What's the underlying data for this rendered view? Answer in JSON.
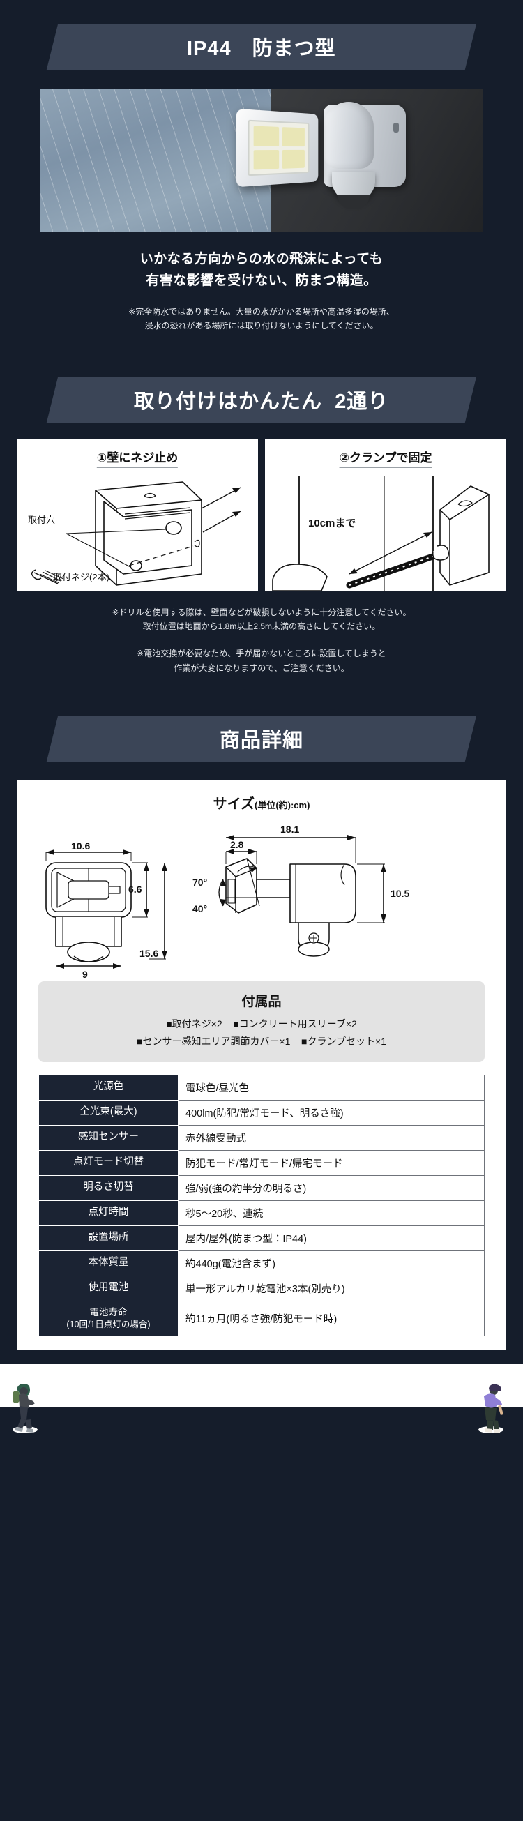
{
  "sections": {
    "ip44": {
      "banner_title": "IP44　防まつ型",
      "caption_line1": "いかなる方向からの水の飛沫によっても",
      "caption_line2": "有害な影響を受けない、防まつ構造。",
      "note_line1": "※完全防水ではありません。大量の水がかかる場所や高温多湿の場所、",
      "note_line2": "浸水の恐れがある場所には取り付けないようにしてください。"
    },
    "install": {
      "banner_title": "取り付けはかんたん  2通り",
      "panel1": {
        "title": "①壁にネジ止め",
        "label_hole": "取付穴",
        "label_screw": "取付ネジ(2本)"
      },
      "panel2": {
        "title": "②クランプで固定",
        "label_distance": "10cmまで"
      },
      "note1_line1": "※ドリルを使用する際は、壁面などが破損しないように十分注意してください。",
      "note1_line2": "取付位置は地面から1.8m以上2.5m未満の高さにしてください。",
      "note2_line1": "※電池交換が必要なため、手が届かないところに設置してしまうと",
      "note2_line2": "作業が大変になりますので、ご注意ください。"
    },
    "detail": {
      "banner_title": "商品詳細",
      "size_title": "サイズ",
      "size_unit": "(単位(約):cm)",
      "dimensions": {
        "width_front": "10.6",
        "height_front": "6.6",
        "total_height": "15.6",
        "base_width": "9",
        "depth_top": "2.8",
        "depth_total": "18.1",
        "angle_upper": "70°",
        "angle_lower": "40°",
        "height_side": "10.5"
      },
      "accessories": {
        "title": "付属品",
        "line1_item1": "■取付ネジ×2",
        "line1_item2": "■コンクリート用スリーブ×2",
        "line2_item1": "■センサー感知エリア調節カバー×1",
        "line2_item2": "■クランプセット×1"
      },
      "spec_rows": [
        {
          "label": "光源色",
          "sub": "",
          "value": "電球色/昼光色"
        },
        {
          "label": "全光束(最大)",
          "sub": "",
          "value": "400lm(防犯/常灯モード、明るさ強)"
        },
        {
          "label": "感知センサー",
          "sub": "",
          "value": "赤外線受動式"
        },
        {
          "label": "点灯モード切替",
          "sub": "",
          "value": "防犯モード/常灯モード/帰宅モード"
        },
        {
          "label": "明るさ切替",
          "sub": "",
          "value": "強/弱(強の約半分の明るさ)"
        },
        {
          "label": "点灯時間",
          "sub": "",
          "value": "秒5～20秒、連続"
        },
        {
          "label": "設置場所",
          "sub": "",
          "value": "屋内/屋外(防まつ型：IP44)"
        },
        {
          "label": "本体質量",
          "sub": "",
          "value": "約440g(電池含まず)"
        },
        {
          "label": "使用電池",
          "sub": "",
          "value": "単一形アルカリ乾電池×3本(別売り)"
        },
        {
          "label": "電池寿命",
          "sub": "(10回/1日点灯の場合)",
          "value": "約11ヵ月(明るさ強/防犯モード時)"
        }
      ]
    }
  },
  "colors": {
    "background": "#151d2b",
    "banner": "#3b4557",
    "table_header": "#1b2333",
    "accessory_box": "#e3e3e3",
    "white": "#ffffff"
  }
}
